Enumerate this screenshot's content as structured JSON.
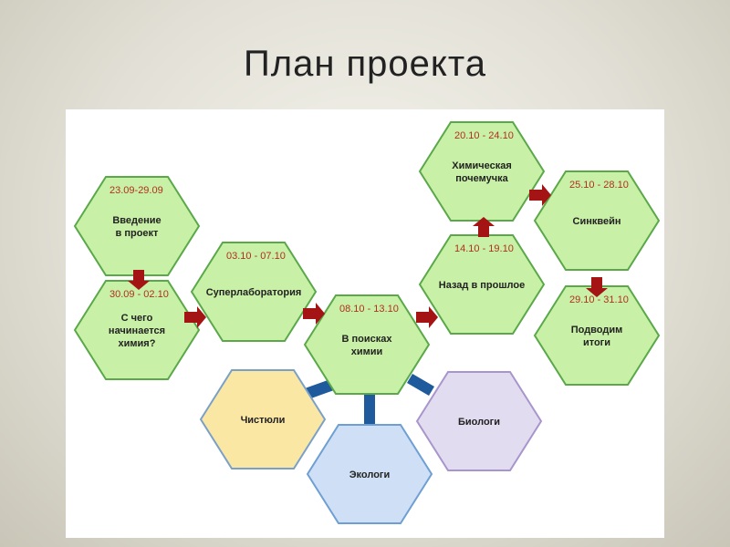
{
  "title": "План проекта",
  "nodes": [
    {
      "id": "n1",
      "date": "23.09-29.09",
      "lines": [
        "Введение",
        "в проект"
      ],
      "color": "green"
    },
    {
      "id": "n2",
      "date": "30.09 - 02.10",
      "lines": [
        "С чего",
        "начинается",
        "химия?"
      ],
      "color": "green"
    },
    {
      "id": "n3",
      "date": "03.10 - 07.10",
      "lines": [
        "Суперлаборатория"
      ],
      "color": "green"
    },
    {
      "id": "n4",
      "date": "08.10 - 13.10",
      "lines": [
        "В поисках",
        "химии"
      ],
      "color": "green"
    },
    {
      "id": "n5",
      "date": "14.10 - 19.10",
      "lines": [
        "Назад в прошлое"
      ],
      "color": "green"
    },
    {
      "id": "n6",
      "date": "20.10 - 24.10",
      "lines": [
        "Химическая",
        "почемучка"
      ],
      "color": "green"
    },
    {
      "id": "n7",
      "date": "25.10 - 28.10",
      "lines": [
        "Синквейн"
      ],
      "color": "green"
    },
    {
      "id": "n8",
      "date": "29.10 - 31.10",
      "lines": [
        "Подводим",
        "итоги"
      ],
      "color": "green"
    },
    {
      "id": "g1",
      "date": "",
      "lines": [
        "Чистюли"
      ],
      "color": "yellow"
    },
    {
      "id": "g2",
      "date": "",
      "lines": [
        "Экологи"
      ],
      "color": "blue"
    },
    {
      "id": "g3",
      "date": "",
      "lines": [
        "Биологи"
      ],
      "color": "purple"
    }
  ],
  "colors": {
    "green_fill": "#c8f0a6",
    "green_stroke": "#5aa84a",
    "yellow_fill": "#fbe7a4",
    "yellow_stroke": "#7aa0c8",
    "blue_fill": "#cfe0f6",
    "blue_stroke": "#6f9fd2",
    "purple_fill": "#e2dcf0",
    "purple_stroke": "#a895cc",
    "arrow": "#a41414",
    "connector": "#1f5a9c",
    "date_text": "#b03020"
  }
}
